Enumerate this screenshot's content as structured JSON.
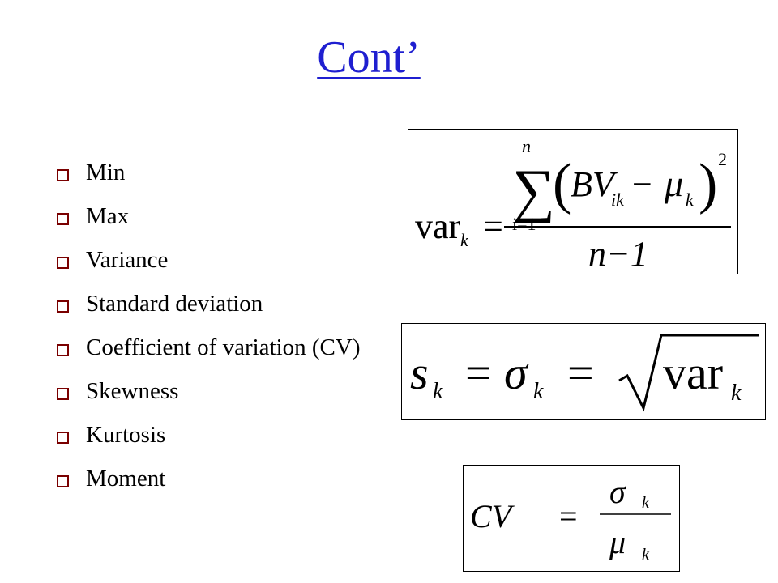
{
  "slide": {
    "title": "Cont’",
    "bullets": [
      "Min",
      "Max",
      "Variance",
      "Standard deviation",
      "Coefficient of variation (CV)",
      "Skewness",
      "Kurtosis",
      "Moment"
    ]
  },
  "formulas": {
    "variance": {
      "lhs_name": "var",
      "lhs_sub": "k",
      "equals": "=",
      "sum_upper": "n",
      "sum_lower": "i=1",
      "sum_symbol": "∑",
      "term_var": "BV",
      "term_sub": "ik",
      "minus": "−",
      "mu": "μ",
      "mu_sub": "k",
      "power": "2",
      "denominator": "n−1"
    },
    "std_dev": {
      "s": "s",
      "s_sub": "k",
      "equals": "=",
      "sigma": "σ",
      "sigma_sub": "k",
      "root_arg": "var",
      "root_sub": "k"
    },
    "cv": {
      "lhs": "CV",
      "equals": "=",
      "num": "σ",
      "num_sub": "k",
      "den": "μ",
      "den_sub": "k"
    }
  },
  "colors": {
    "title": "#1f1fd0",
    "bullet_border": "#7a0000"
  }
}
